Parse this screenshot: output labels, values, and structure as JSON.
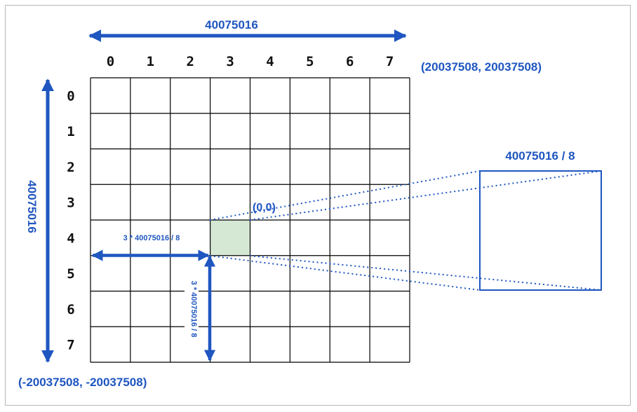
{
  "diagram": {
    "grid": {
      "rows": 8,
      "cols": 8,
      "highlight_col": 3,
      "highlight_row": 4
    },
    "column_labels": [
      "0",
      "1",
      "2",
      "3",
      "4",
      "5",
      "6",
      "7"
    ],
    "row_labels": [
      "0",
      "1",
      "2",
      "3",
      "4",
      "5",
      "6",
      "7"
    ],
    "top_width_label": "40075016",
    "left_height_label": "40075016",
    "top_right_coord": "(20037508, 20037508)",
    "bottom_left_coord": "(-20037508, -20037508)",
    "origin_label": "(0,0)",
    "tile_size_label": "40075016 / 8",
    "offset_x_label": "3 * 40075016 / 8",
    "offset_y_label": "3 * 40075016 / 8",
    "colors": {
      "accent": "#1f56c0",
      "grid": "#000000",
      "highlight": "#d5e8d4"
    }
  }
}
